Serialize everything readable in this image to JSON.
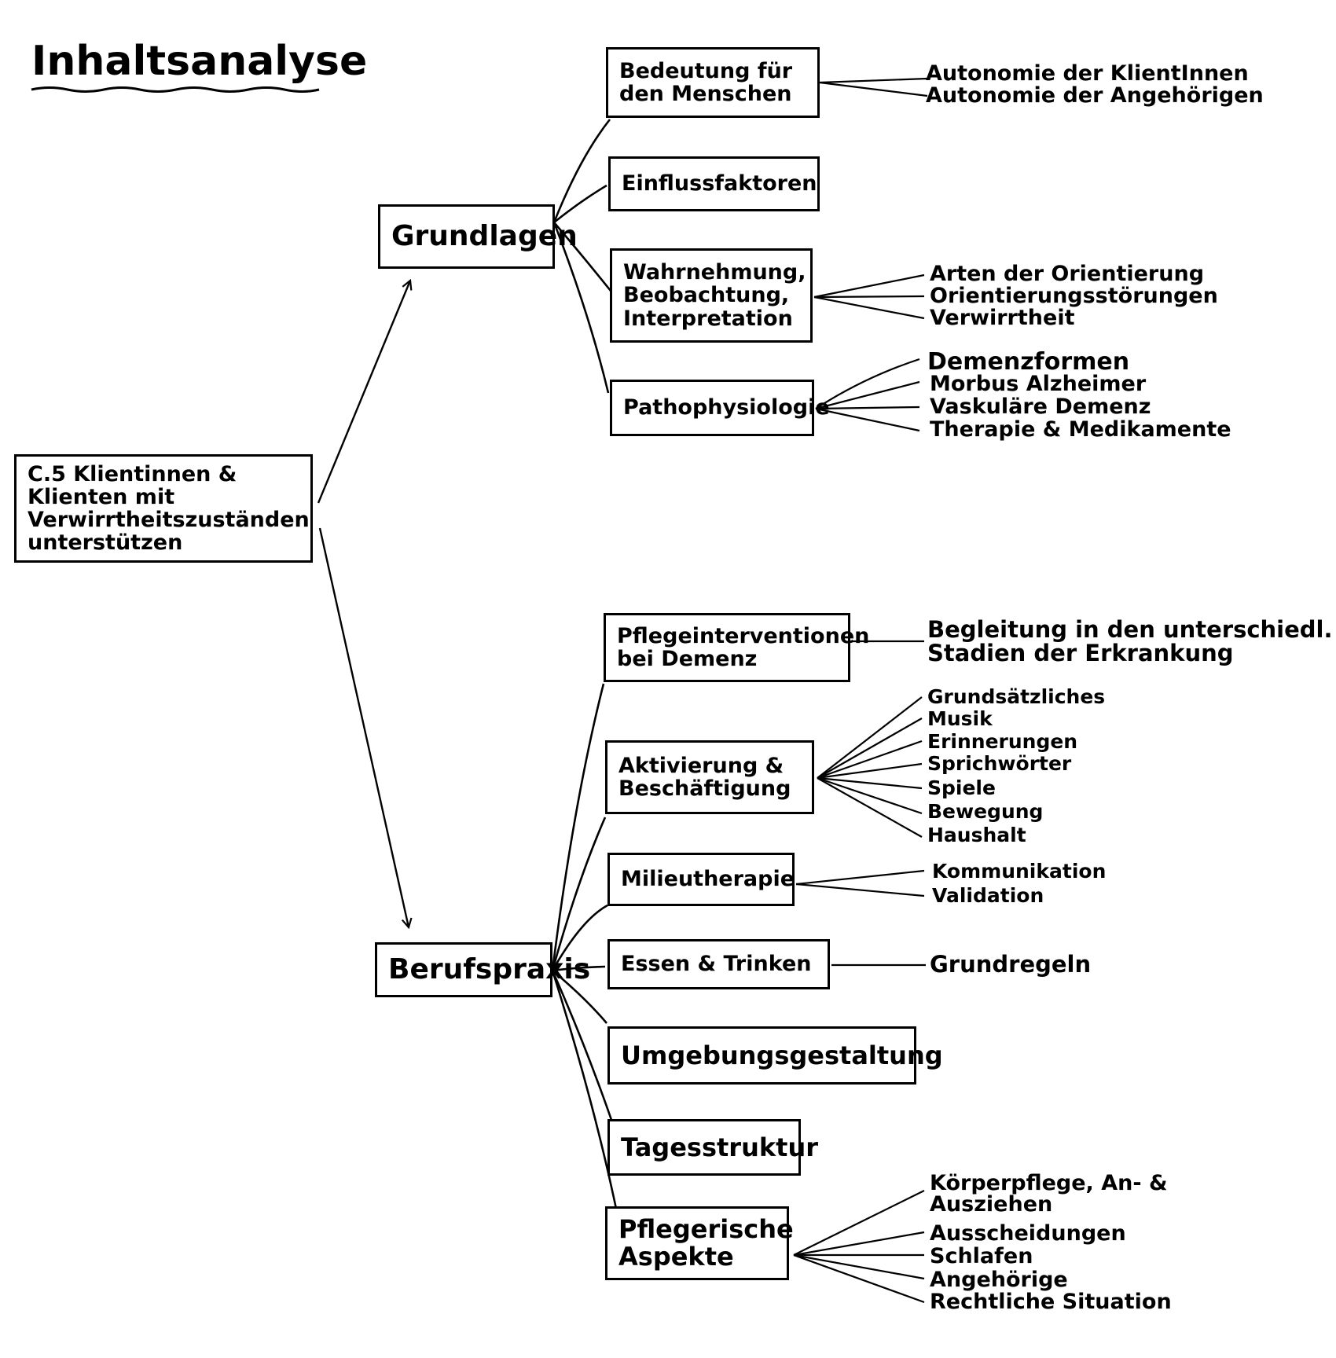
{
  "title": "Inhaltsanalyse",
  "root": {
    "label": "C.5 Klientinnen &\nKlienten mit\nVerwirrtheitszuständen\nunterstützen"
  },
  "categories": [
    {
      "label": "Grundlagen",
      "topics": [
        {
          "label": "Bedeutung für\nden Menschen",
          "details": [
            "Autonomie der KlientInnen",
            "Autonomie der Angehörigen"
          ]
        },
        {
          "label": "Einflussfaktoren",
          "details": []
        },
        {
          "label": "Wahrnehmung,\nBeobachtung,\nInterpretation",
          "details": [
            "Arten der Orientierung",
            "Orientierungsstörungen",
            "Verwirrtheit"
          ]
        },
        {
          "label": "Pathophysiologie",
          "details": [
            "Demenzformen",
            "Morbus Alzheimer",
            "Vaskuläre Demenz",
            "Therapie & Medikamente"
          ]
        }
      ]
    },
    {
      "label": "Berufspraxis",
      "topics": [
        {
          "label": "Pflegeinterventionen\nbei Demenz",
          "details": [
            "Begleitung in den unterschiedl.\nStadien der Erkrankung"
          ]
        },
        {
          "label": "Aktivierung &\nBeschäftigung",
          "details": [
            "Grundsätzliches",
            "Musik",
            "Erinnerungen",
            "Sprichwörter",
            "Spiele",
            "Bewegung",
            "Haushalt"
          ]
        },
        {
          "label": "Milieutherapie",
          "details": [
            "Kommunikation",
            "Validation"
          ]
        },
        {
          "label": "Essen & Trinken",
          "details": [
            "Grundregeln"
          ]
        },
        {
          "label": "Umgebungsgestaltung",
          "details": []
        },
        {
          "label": "Tagesstruktur",
          "details": []
        },
        {
          "label": "Pflegerische\nAspekte",
          "details": [
            "Körperpflege, An- &\nAusziehen",
            "Ausscheidungen",
            "Schlafen",
            "Angehörige",
            "Rechtliche Situation"
          ]
        }
      ]
    }
  ]
}
